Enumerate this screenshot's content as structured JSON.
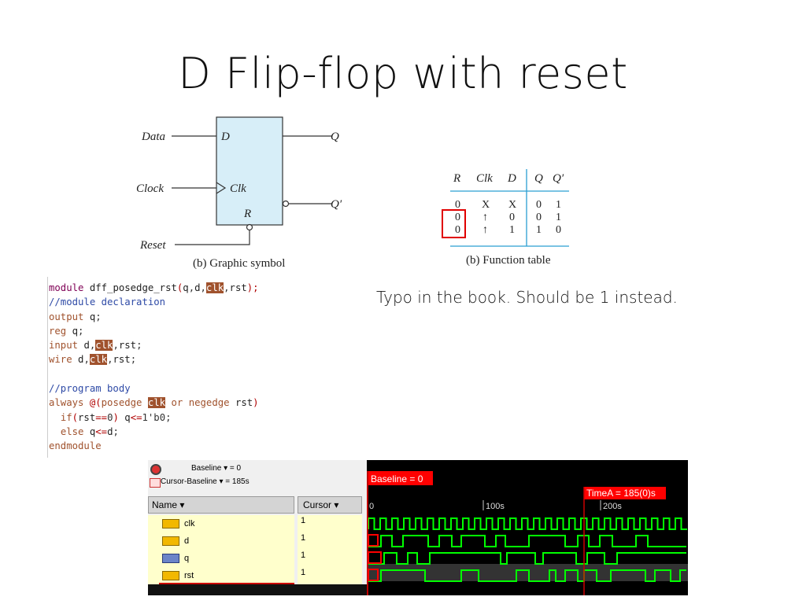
{
  "title": "D Flip-flop with reset",
  "symbol": {
    "inputs": [
      "Data",
      "Clock",
      "Reset"
    ],
    "pin_d": "D",
    "pin_clk": "Clk",
    "pin_r": "R",
    "out_q": "Q",
    "out_qn": "Q′",
    "caption": "(b) Graphic symbol"
  },
  "function_table": {
    "headers": [
      "R",
      "Clk",
      "D",
      "Q",
      "Q′"
    ],
    "rows": [
      [
        "0",
        "X",
        "X",
        "0",
        "1"
      ],
      [
        "0",
        "↑",
        "0",
        "0",
        "1"
      ],
      [
        "0",
        "↑",
        "1",
        "1",
        "0"
      ]
    ],
    "caption": "(b) Function table"
  },
  "note": "Typo in the book.  Should be 1 instead.",
  "code_lines": [
    "module dff_posedge_rst(q,d,clk,rst);",
    "//module declaration",
    "output q;",
    "reg q;",
    "input d,clk,rst;",
    "wire d,clk,rst;",
    "",
    "//program body",
    "always @(posedge clk or negedge rst)",
    "  if(rst==0) q<=1'b0;",
    "  else q<=d;",
    "endmodule"
  ],
  "waveform": {
    "baseline_label": "Baseline ▾ = 0",
    "cursor_label": "Cursor-Baseline ▾ = 185s",
    "name_header": "Name ▾",
    "cursor_header": "Cursor ▾",
    "signals": [
      {
        "name": "clk",
        "value": "1"
      },
      {
        "name": "d",
        "value": "1"
      },
      {
        "name": "q",
        "value": "1"
      },
      {
        "name": "rst",
        "value": "1"
      }
    ],
    "baseline_marker": "Baseline = 0",
    "timea_marker": "TimeA = 185(0)s",
    "ticks": [
      "0",
      "100s",
      "200s"
    ],
    "colors": {
      "wave": "#00ff00",
      "marker": "#ff0000",
      "name_bg": "#ffffcc"
    }
  }
}
